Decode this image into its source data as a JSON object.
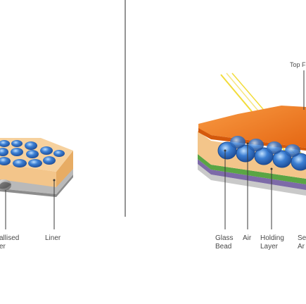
{
  "left_panel": {
    "labels": {
      "metallised_line1": "allised",
      "metallised_line2": "er",
      "liner": "Liner"
    }
  },
  "right_panel": {
    "labels": {
      "top": "Top F",
      "glass_bead_line1": "Glass",
      "glass_bead_line2": "Bead",
      "air": "Air",
      "holding_layer_line1": "Holding",
      "holding_layer_line2": "Layer",
      "se_line1": "Se",
      "se_line2": "Ar"
    }
  },
  "colors": {
    "bead_blue": "#2f6fc4",
    "bead_highlight": "#a9cdf2",
    "orange_top": "#f07a22",
    "tan_base": "#f3c58a",
    "green_layer": "#5aa544",
    "purple_layer": "#7d6aa8",
    "grey_layer": "#c9c9c9",
    "light_ray": "#f2dc3a"
  }
}
